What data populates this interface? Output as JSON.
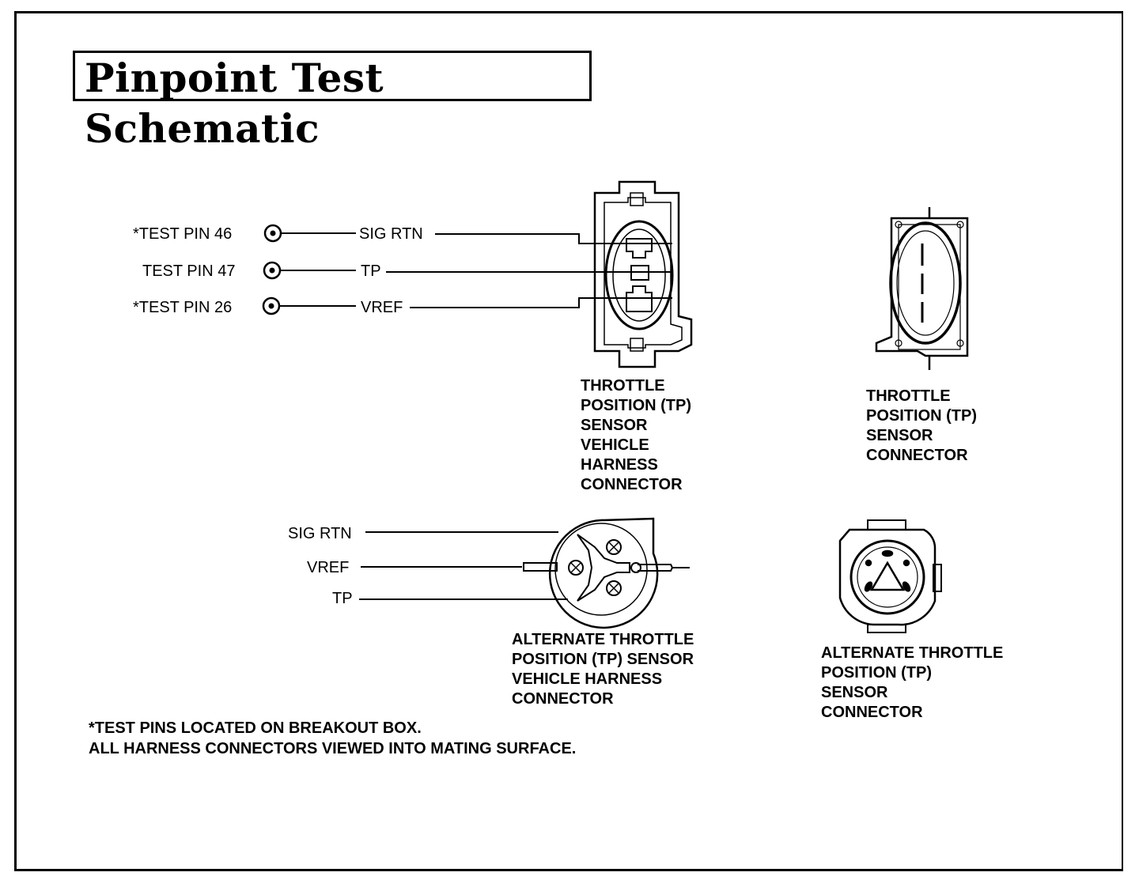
{
  "title": "Pinpoint Test Schematic",
  "test_pins": [
    {
      "label": "*TEST PIN 46",
      "circuit": "SIG RTN"
    },
    {
      "label": "TEST PIN 47",
      "circuit": "TP"
    },
    {
      "label": "*TEST PIN 26",
      "circuit": "VREF"
    }
  ],
  "alternate_circuits": [
    "SIG RTN",
    "VREF",
    "TP"
  ],
  "captions": {
    "tp_harness": "THROTTLE\nPOSITION (TP)\nSENSOR\nVEHICLE\nHARNESS\nCONNECTOR",
    "tp_sensor": "THROTTLE\nPOSITION (TP)\nSENSOR\nCONNECTOR",
    "alt_harness": "ALTERNATE THROTTLE\nPOSITION (TP) SENSOR\nVEHICLE HARNESS\nCONNECTOR",
    "alt_sensor": "ALTERNATE THROTTLE\nPOSITION (TP)\nSENSOR\nCONNECTOR"
  },
  "notes": [
    "*TEST PINS LOCATED ON BREAKOUT BOX.",
    "ALL HARNESS CONNECTORS VIEWED INTO MATING SURFACE."
  ]
}
